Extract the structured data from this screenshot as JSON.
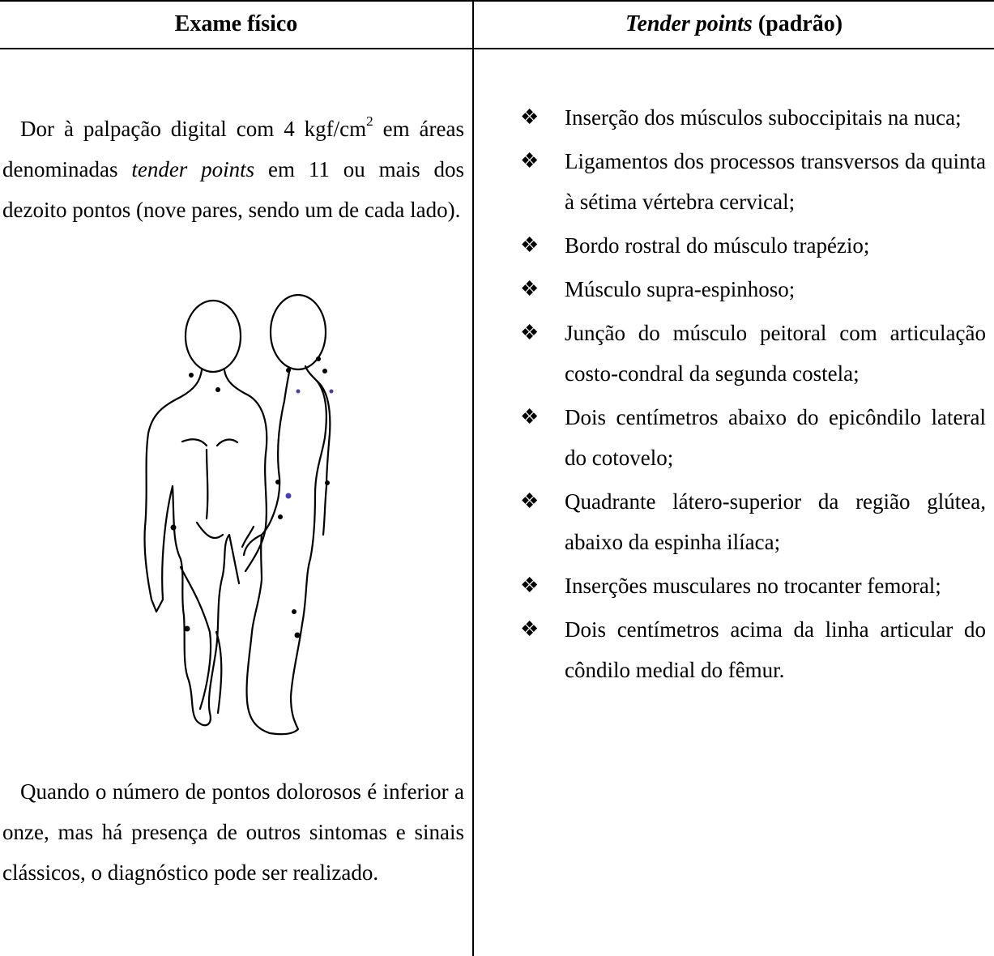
{
  "header": {
    "left": "Exame físico",
    "right_italic": "Tender points",
    "right_rest": " (padrão)"
  },
  "left": {
    "para1": {
      "a": "Dor à palpação digital com 4 kgf/cm",
      "sup": "2",
      "b": " em áreas denominadas ",
      "c_italic": "tender points",
      "d": " em 11 ou mais dos dezoito pontos (nove pares, sendo um de cada lado)."
    },
    "para2": "Quando o número de pontos dolorosos é inferior a onze, mas há presença de outros sintomas e sinais clássicos, o diagnóstico pode ser realizado."
  },
  "bullet_symbol": "❖",
  "right": {
    "items": [
      "Inserção dos músculos suboccipitais na nuca;",
      "Ligamentos dos processos transversos da quinta à sétima vértebra cervical;",
      "Bordo rostral do músculo trapézio;",
      "Músculo supra-espinhoso;",
      "Junção do músculo peitoral com articulação costo-condral da segunda costela;",
      "Dois centímetros abaixo do epicôndilo lateral do cotovelo;",
      "Quadrante látero-superior da região glútea, abaixo da espinha ilíaca;",
      "Inserções musculares no trocanter femoral;",
      "Dois centímetros acima da linha articular do côndilo medial do fêmur."
    ]
  },
  "colors": {
    "point_black": "#000000",
    "point_blue": "#4a3fb0"
  }
}
